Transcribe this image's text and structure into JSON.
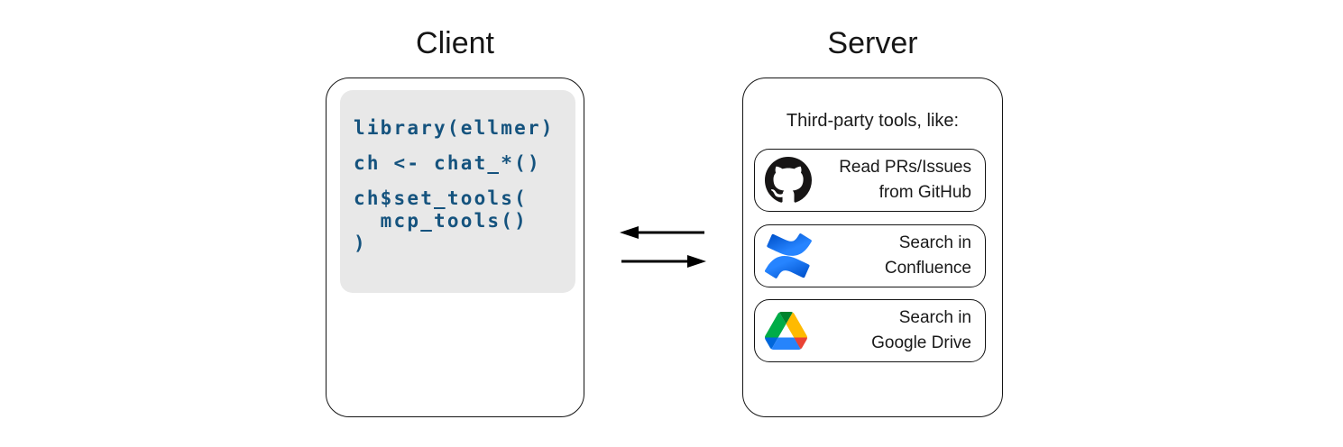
{
  "client": {
    "title": "Client",
    "code": {
      "statements": [
        {
          "lines": [
            "library(ellmer)"
          ]
        },
        {
          "lines": [
            "ch <- chat_*()"
          ]
        },
        {
          "lines": [
            "ch$set_tools(",
            "  mcp_tools()",
            ")"
          ]
        }
      ]
    }
  },
  "server": {
    "title": "Server",
    "subtitle": "Third-party tools, like:",
    "tools": [
      {
        "icon": "github-icon",
        "lines": [
          "Read PRs/Issues",
          "from GitHub"
        ]
      },
      {
        "icon": "confluence-icon",
        "lines": [
          "Search in",
          "Confluence"
        ]
      },
      {
        "icon": "google-drive-icon",
        "lines": [
          "Search in",
          "Google Drive"
        ]
      }
    ]
  },
  "arrows": [
    {
      "name": "server-to-client",
      "direction": "left"
    },
    {
      "name": "client-to-server",
      "direction": "right"
    }
  ],
  "colors": {
    "code_text": "#15537E",
    "code_background": "#E8E8E8",
    "box_border": "#141414",
    "github_black": "#171515",
    "confluence_blue_dark": "#0052CC",
    "confluence_blue_light": "#2684FF",
    "drive_blue_dark": "#0066DA",
    "drive_green": "#00AC47",
    "drive_green_dark": "#00832D",
    "drive_yellow": "#FFBA00",
    "drive_red": "#EA4335",
    "drive_blue": "#2684FC"
  }
}
